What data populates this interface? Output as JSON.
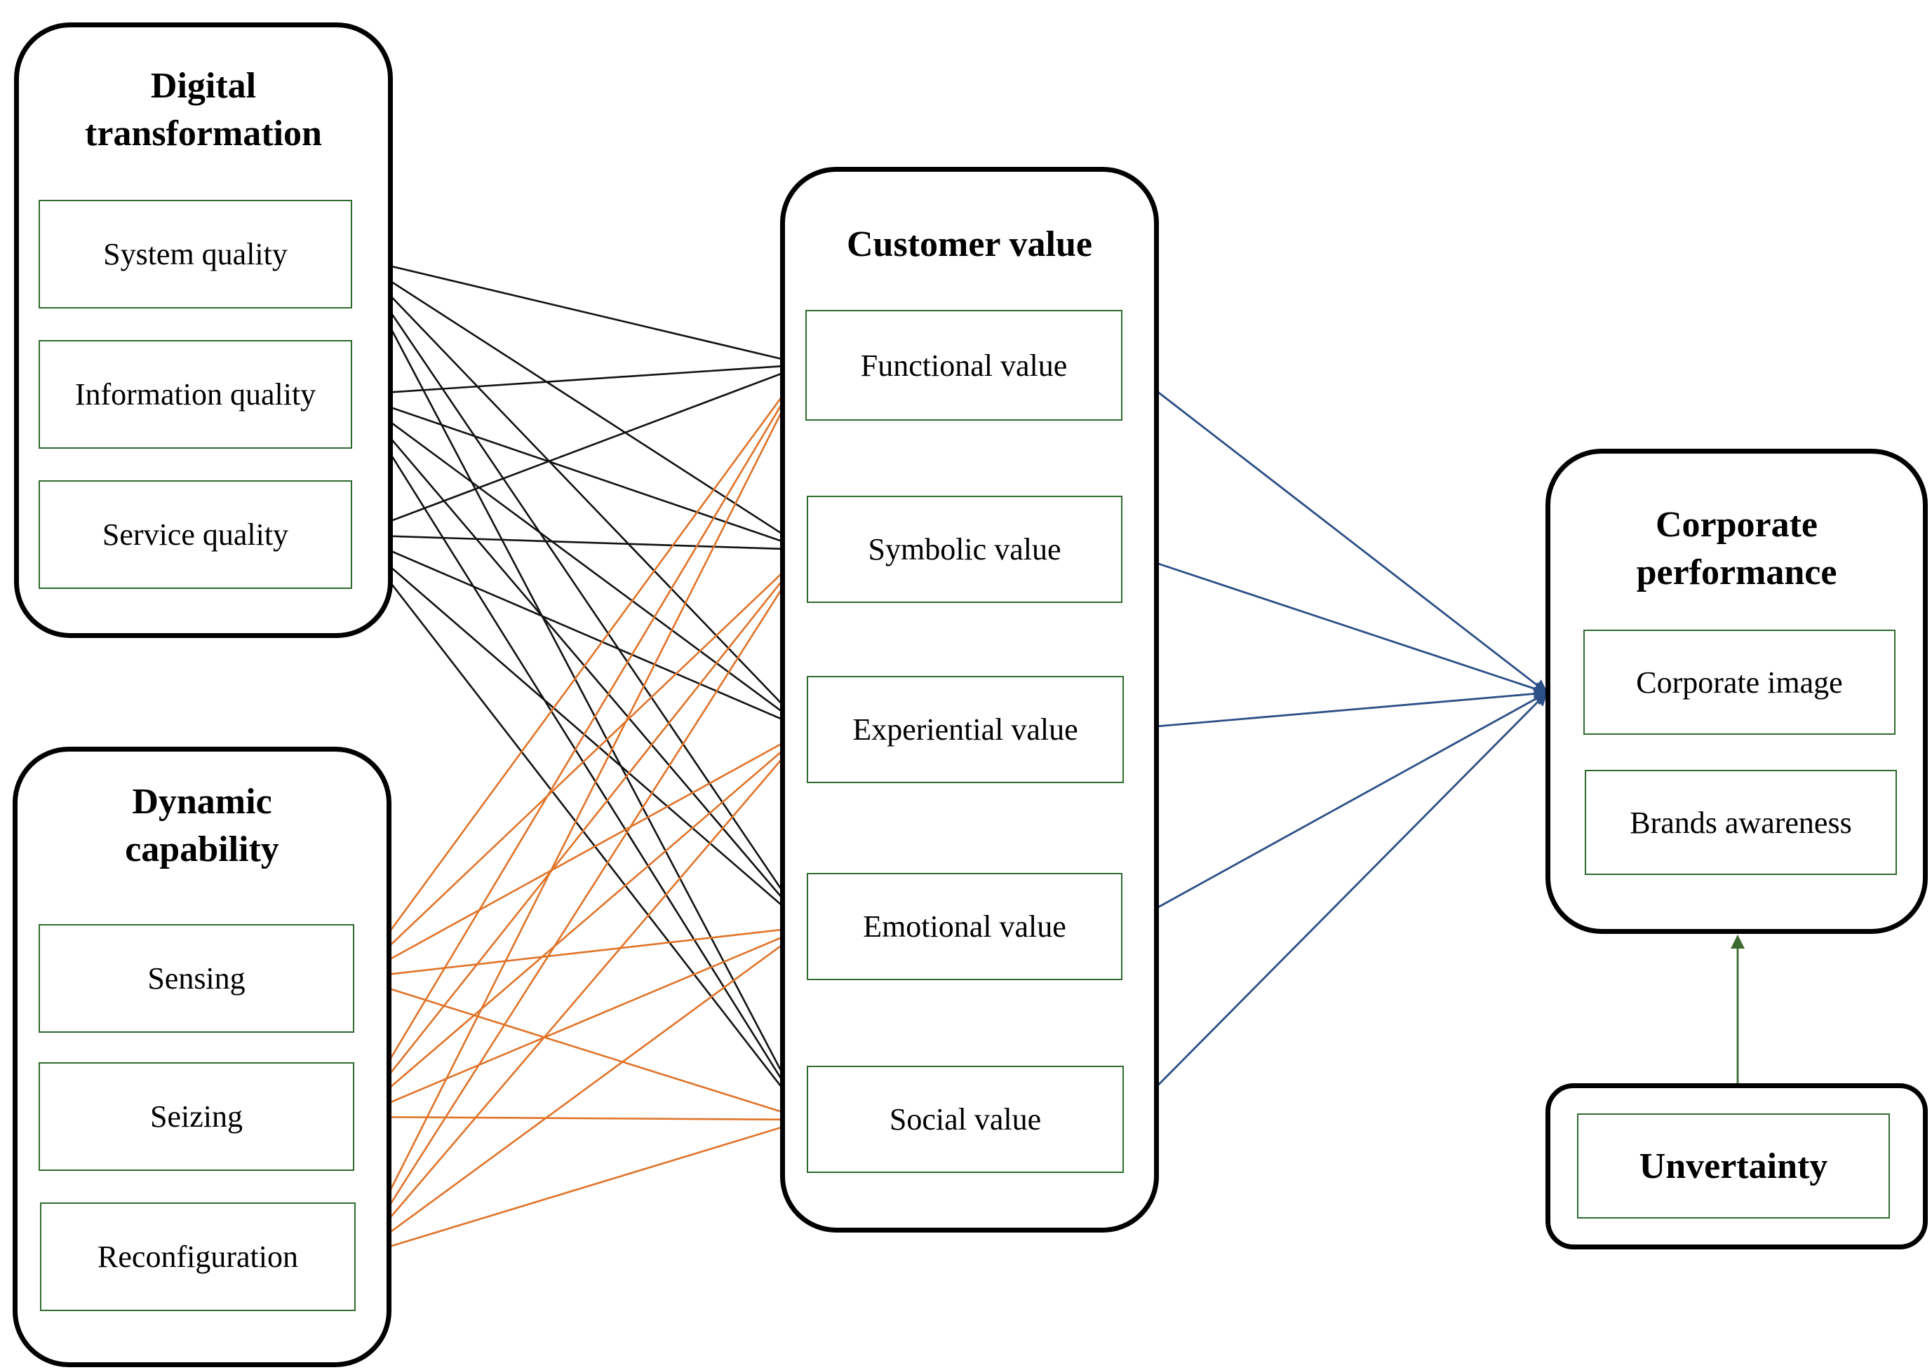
{
  "groups": {
    "digital_transformation": {
      "title_line1": "Digital",
      "title_line2": "transformation",
      "items": [
        "System quality",
        "Information quality",
        "Service quality"
      ]
    },
    "dynamic_capability": {
      "title_line1": "Dynamic",
      "title_line2": "capability",
      "items": [
        "Sensing",
        "Seizing",
        "Reconfiguration"
      ]
    },
    "customer_value": {
      "title": "Customer value",
      "items": [
        "Functional value",
        "Symbolic value",
        "Experiential value",
        "Emotional value",
        "Social value"
      ]
    },
    "corporate_performance": {
      "title_line1": "Corporate",
      "title_line2": "performance",
      "items": [
        "Corporate image",
        "Brands awareness"
      ]
    },
    "uncertainty": {
      "label": "Unvertainty"
    }
  },
  "edges": {
    "digital_to_customer_color": "#111111",
    "dynamic_to_customer_color": "#e07328",
    "customer_to_corporate_color": "#2b4f86",
    "uncertainty_to_corporate_color": "#3d6b2f"
  }
}
